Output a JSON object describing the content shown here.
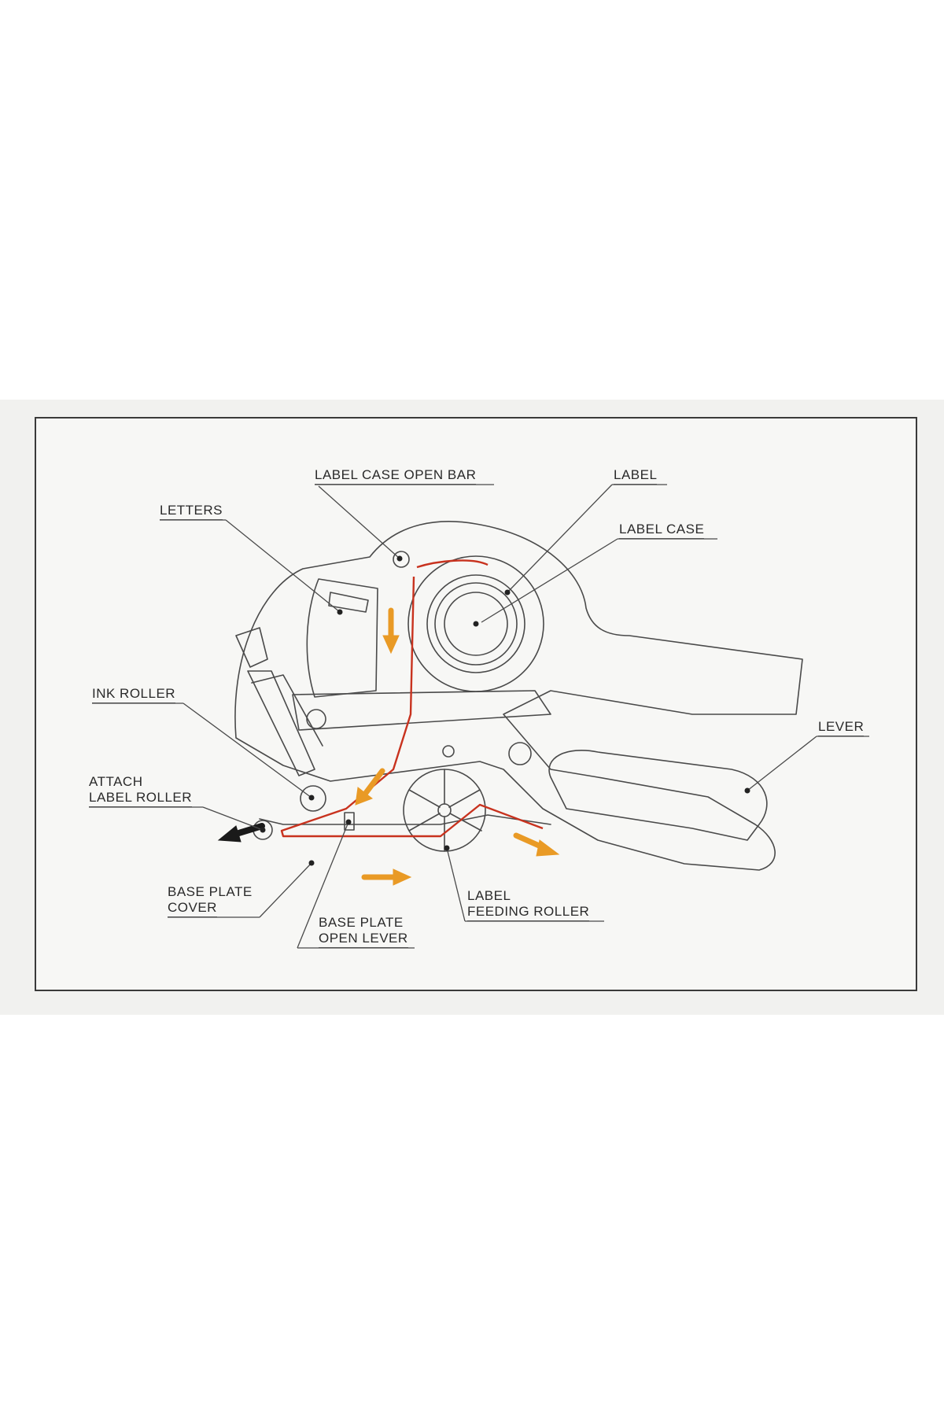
{
  "diagram": {
    "labels": {
      "label_case_open_bar": "LABEL CASE OPEN BAR",
      "label": "LABEL",
      "label_case": "LABEL CASE",
      "letters": "LETTERS",
      "ink_roller": "INK ROLLER",
      "attach_label_roller_1": "ATTACH",
      "attach_label_roller_2": "LABEL ROLLER",
      "lever": "LEVER",
      "base_plate_cover_1": "BASE PLATE",
      "base_plate_cover_2": "COVER",
      "base_plate_open_lever_1": "BASE PLATE",
      "base_plate_open_lever_2": "OPEN LEVER",
      "label_feeding_roller_1": "LABEL",
      "label_feeding_roller_2": "FEEDING ROLLER"
    },
    "colors": {
      "outline": "#4a4a4a",
      "label_path": "#c8321e",
      "flow_arrow": "#e99a25",
      "eject_arrow": "#1a1a1a"
    }
  }
}
